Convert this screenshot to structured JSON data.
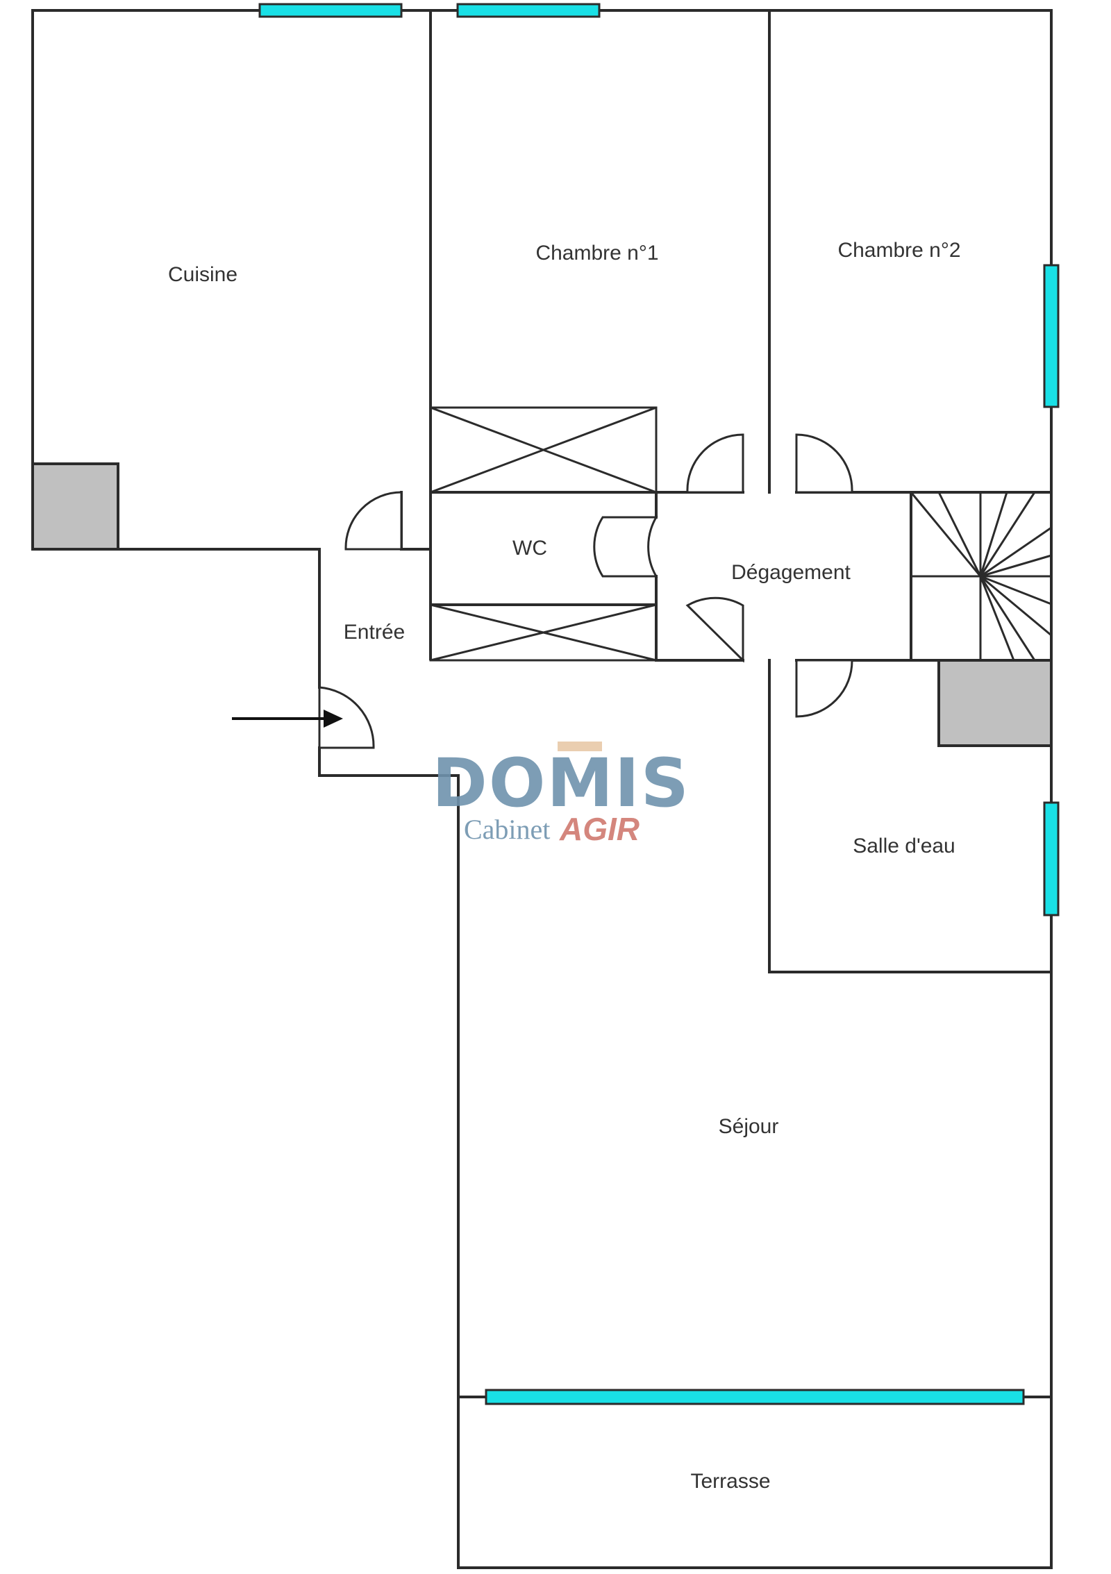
{
  "rooms": {
    "cuisine": "Cuisine",
    "chambre1": "Chambre n°1",
    "chambre2": "Chambre n°2",
    "wc": "WC",
    "degagement": "Dégagement",
    "entree": "Entrée",
    "salle_deau": "Salle d'eau",
    "sejour": "Séjour",
    "terrasse": "Terrasse"
  },
  "logo": {
    "brand": "DOMIS",
    "cabinet": "Cabinet",
    "agir": "AGIR"
  },
  "colors": {
    "window": "#19e0e6",
    "block": "#c0c0c0",
    "wall": "#2b2b2b",
    "logo_blue": "#6f93ad",
    "logo_red": "#d07a70",
    "logo_tan": "#e8c9a8"
  },
  "icons": {
    "entrance": "entrance-arrow-icon",
    "stairs": "spiral-staircase-icon"
  }
}
